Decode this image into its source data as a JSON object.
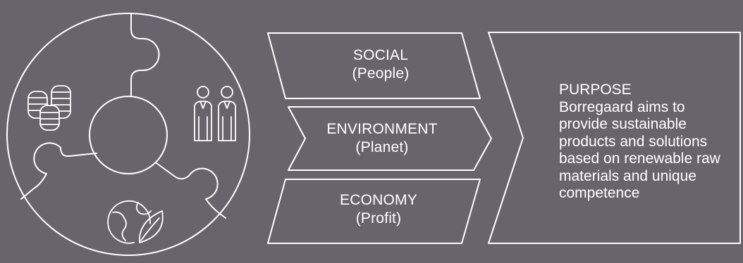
{
  "pillars": [
    {
      "title": "SOCIAL",
      "subtitle": "(People)"
    },
    {
      "title": "ENVIRONMENT",
      "subtitle": "(Planet)"
    },
    {
      "title": "ECONOMY",
      "subtitle": "(Profit)"
    }
  ],
  "purpose": {
    "heading": "PURPOSE",
    "text": "Borregaard aims to provide sustainable products and solutions based on renewable raw materials and unique competence"
  },
  "icons": [
    "coins-stack-icon",
    "people-icon",
    "globe-leaf-icon"
  ],
  "colors": {
    "background": "#67646b",
    "line": "#ffffff"
  }
}
